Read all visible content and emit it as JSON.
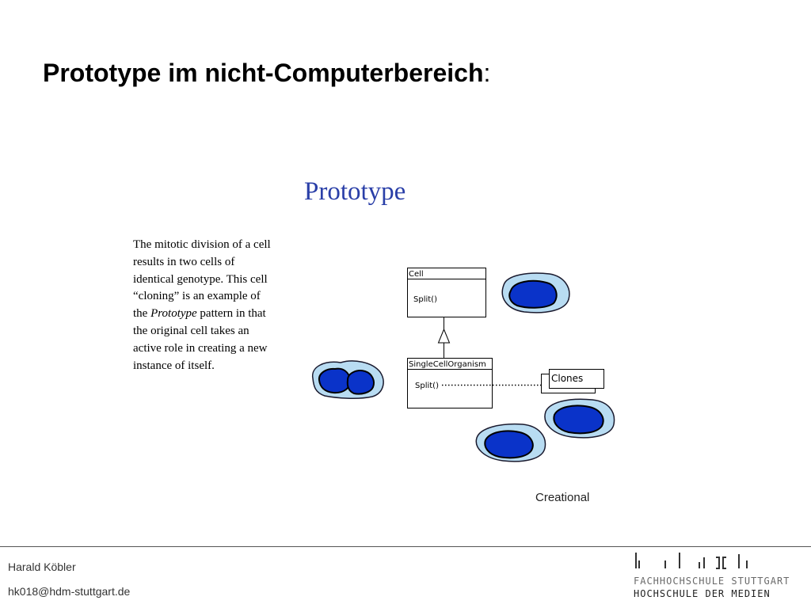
{
  "slide": {
    "title": "Prototype im nicht-Computerbereich",
    "title_punct": ":"
  },
  "figure": {
    "title": "Prototype",
    "description_before": "The mitotic division of a cell  results in two cells of identical genotype.  This cell “cloning” is an example of the ",
    "description_emphasis": "Prototype",
    "description_after": " pattern in that the original cell takes an active role in creating a new instance of itself.",
    "uml": {
      "base_class_name": "Cell",
      "base_class_method": "Split()",
      "sub_class_name": "SingleCellOrganism",
      "sub_class_method": "Split()",
      "note_label": "Clones"
    },
    "caption": "Creational"
  },
  "footer": {
    "author": "Harald Köbler",
    "email": "hk018@hdm-stuttgart.de"
  },
  "logo": {
    "line1": "FACHHOCHSCHULE STUTTGART",
    "line2": "HOCHSCHULE DER MEDIEN"
  },
  "colors": {
    "title_blue": "#2a3fa8",
    "cell_outer": "#b8dcf2",
    "cell_inner": "#0a33c9",
    "outline": "#1a1a2e"
  }
}
